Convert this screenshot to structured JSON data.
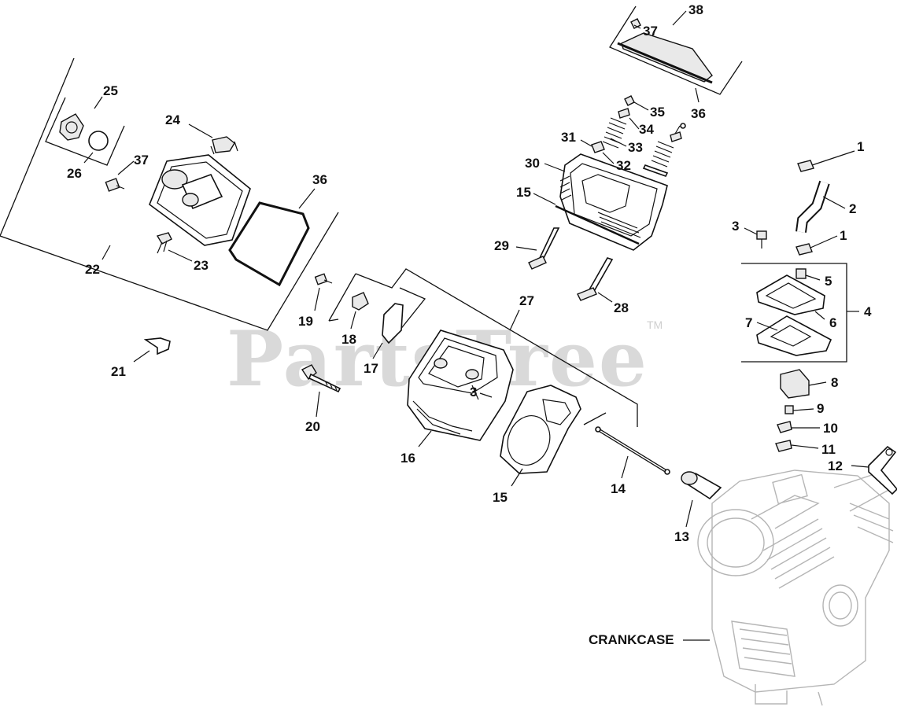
{
  "watermark": "PartsTree",
  "watermark_tm": "TM",
  "callouts": {
    "c1a": "1",
    "c1b": "1",
    "c2": "2",
    "c3": "3",
    "c3b": "3",
    "c4": "4",
    "c5": "5",
    "c6": "6",
    "c7": "7",
    "c8": "8",
    "c9": "9",
    "c10": "10",
    "c11": "11",
    "c12": "12",
    "c13": "13",
    "c14": "14",
    "c15a": "15",
    "c15b": "15",
    "c16": "16",
    "c17": "17",
    "c18": "18",
    "c19": "19",
    "c20": "20",
    "c21": "21",
    "c22": "22",
    "c23": "23",
    "c24": "24",
    "c25": "25",
    "c26": "26",
    "c27": "27",
    "c28": "28",
    "c29": "29",
    "c30": "30",
    "c31": "31",
    "c32": "32",
    "c33": "33",
    "c34": "34",
    "c35": "35",
    "c36a": "36",
    "c36b": "36",
    "c37a": "37",
    "c37b": "37",
    "c38": "38",
    "crankcase": "CRANKCASE"
  }
}
